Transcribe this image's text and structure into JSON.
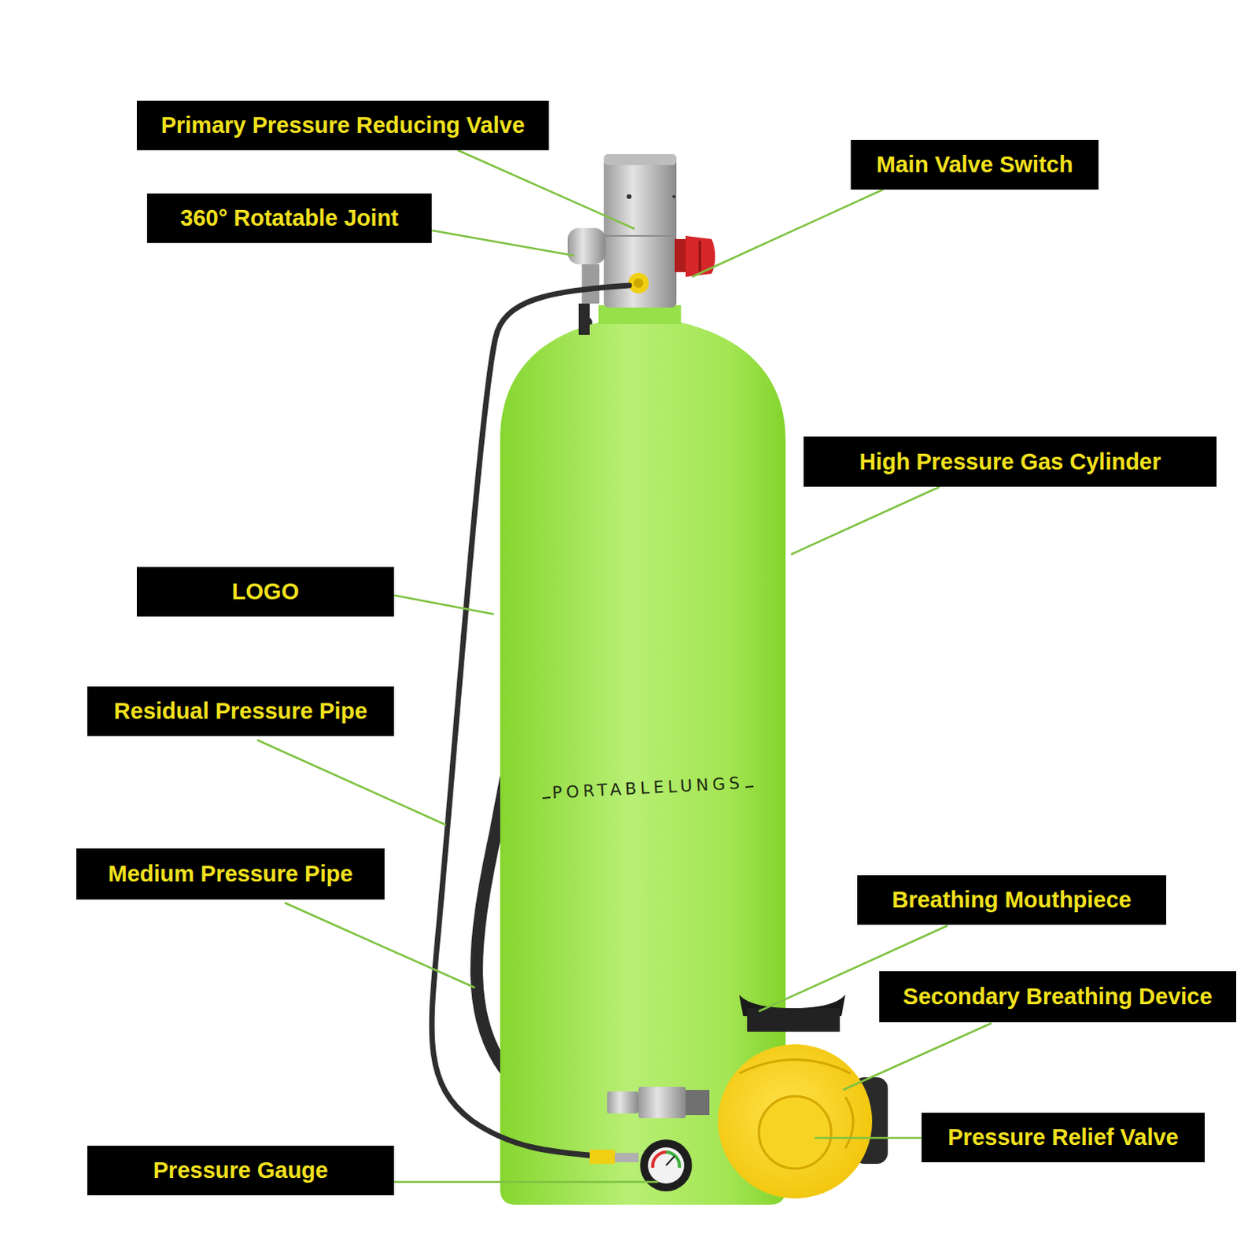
{
  "diagram": {
    "nodes": [
      {
        "text": [
          "Primary Pressure Reducing Valve"
        ]
      },
      {
        "text": [
          "Main Valve Switch"
        ]
      },
      {
        "text": [
          "360° Rotatable Joint"
        ]
      },
      {
        "text": [
          "High Pressure Gas Cylinder"
        ]
      },
      {
        "text": [
          "LOGO"
        ]
      },
      {
        "text": [
          "Residual Pressure Pipe"
        ]
      },
      {
        "text": [
          "Medium Pressure Pipe"
        ]
      },
      {
        "text": [
          "Breathing Mouthpiece"
        ]
      },
      {
        "text": [
          "Secondary Breathing Device"
        ]
      },
      {
        "text": [
          "Pressure Relief Valve"
        ]
      },
      {
        "text": [
          "Pressure Gauge"
        ]
      }
    ],
    "labels": [
      "PORTABLELUNGS"
    ]
  }
}
